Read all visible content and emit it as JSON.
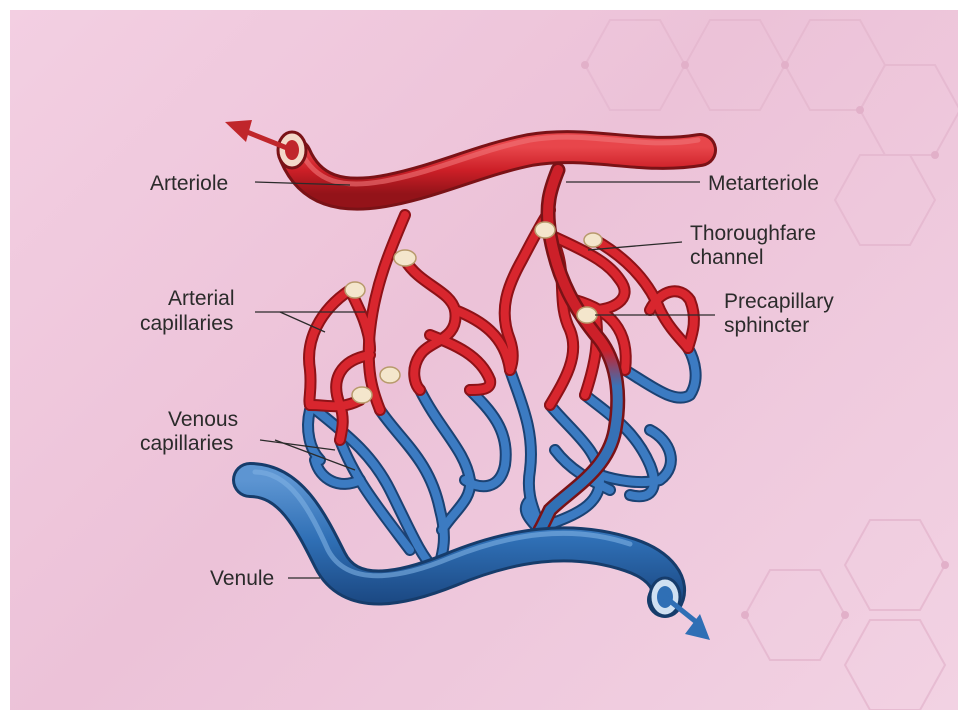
{
  "labels": {
    "arteriole": "Arteriole",
    "metarteriole": "Metarteriole",
    "thoroughfare_line1": "Thoroughfare",
    "thoroughfare_line2": "channel",
    "arterial_line1": "Arterial",
    "arterial_line2": "capillaries",
    "precapillary_line1": "Precapillary",
    "precapillary_line2": "sphincter",
    "venous_line1": "Venous",
    "venous_line2": "capillaries",
    "venule": "Venule"
  },
  "colors": {
    "artery": "#d1232a",
    "artery_dark": "#8e1217",
    "vein": "#2f6fb5",
    "vein_dark": "#1b4273",
    "sphincter": "#f2e2c8",
    "background": "#efc7dc",
    "text": "#2b2b2b"
  }
}
